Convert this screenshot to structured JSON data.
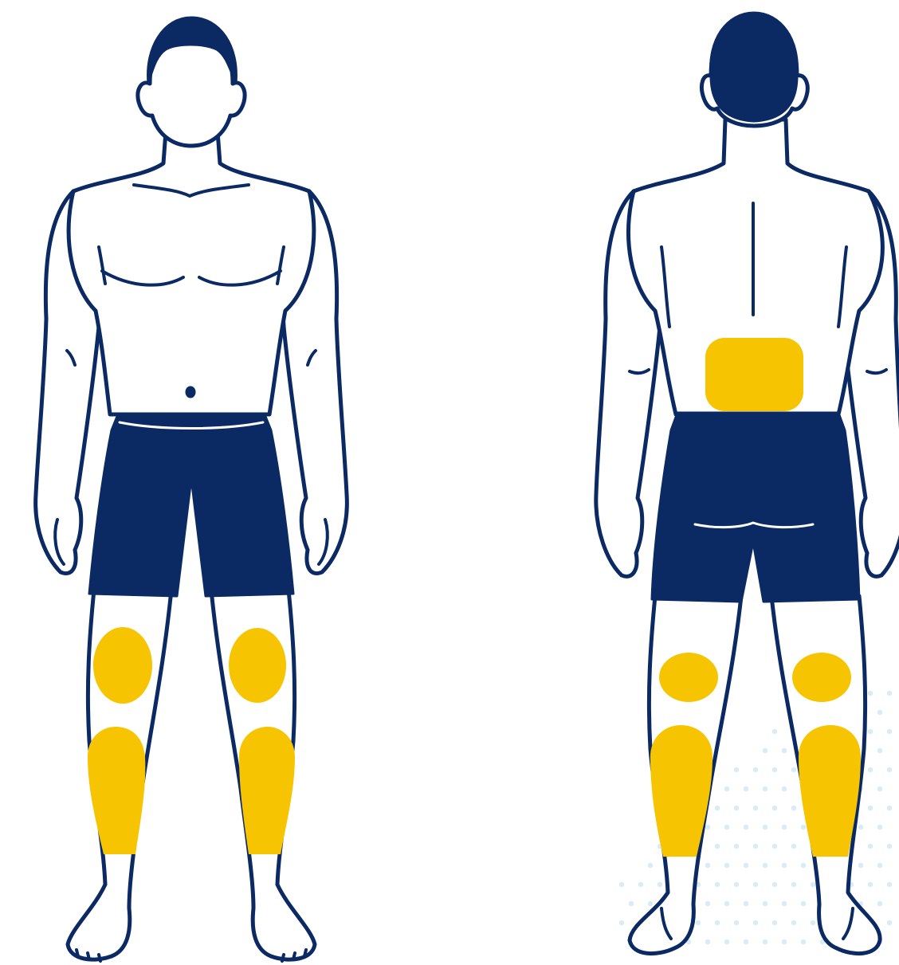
{
  "colors": {
    "navy": "#0b2a64",
    "highlight": "#f6c400",
    "background": "#ffffff",
    "dot_pattern": "#d7ecf7"
  },
  "figures": [
    {
      "view": "front",
      "highlighted_zones": [
        "left-knee",
        "right-knee",
        "left-shin",
        "right-shin"
      ]
    },
    {
      "view": "back",
      "highlighted_zones": [
        "lower-back",
        "left-knee-back",
        "right-knee-back",
        "left-calf",
        "right-calf"
      ]
    }
  ]
}
